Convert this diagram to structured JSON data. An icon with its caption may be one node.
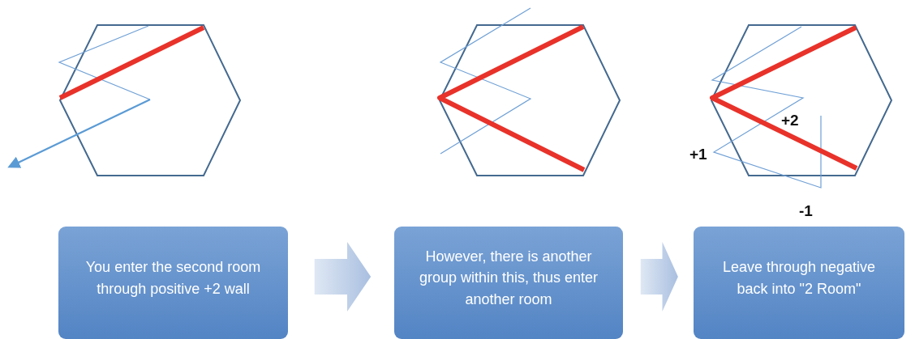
{
  "diagram": {
    "nodes": [
      {
        "text": [
          "You enter the second room through positive +2 wall"
        ]
      },
      {
        "text": [
          "However, there is another group within this, thus enter another room"
        ]
      },
      {
        "text": [
          "Leave through negative back into \"2 Room\""
        ]
      }
    ],
    "edges": [
      {
        "from": 0,
        "to": 1,
        "arrow": "to",
        "style": "thick"
      },
      {
        "from": 1,
        "to": 2,
        "arrow": "to",
        "style": "thick"
      }
    ],
    "labels": [
      "+2",
      "+1",
      "-1"
    ]
  }
}
